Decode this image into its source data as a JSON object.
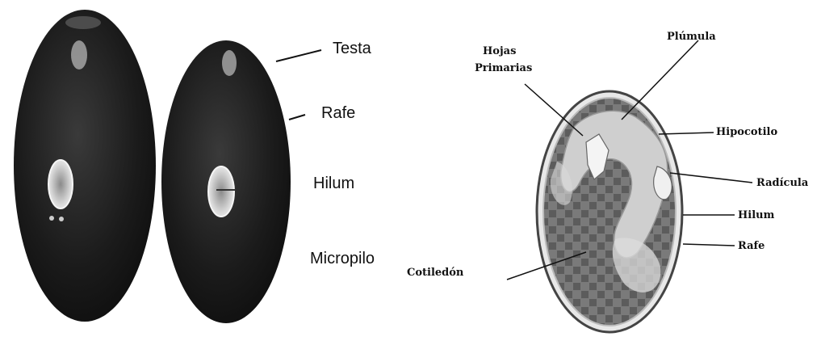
{
  "left_figure": {
    "labels": {
      "testa": "Testa",
      "rafe": "Rafe",
      "hilum": "Hilum",
      "micropilo": "Micropilo"
    }
  },
  "right_figure": {
    "labels": {
      "plumula": "Plúmula",
      "hojas_primarias_1": "Hojas",
      "hojas_primarias_2": "Primarias",
      "hipocotilo": "Hipocotilo",
      "radicula": "Radícula",
      "hilum": "Hilum",
      "rafe": "Rafe",
      "cotiledon": "Cotiledón"
    }
  },
  "colors": {
    "seed_coat": "#1b1b1b",
    "hilum": "#d9d9d9",
    "cotyledon": "#6f6f6f",
    "embryo_axis": "#cfcfcf"
  }
}
